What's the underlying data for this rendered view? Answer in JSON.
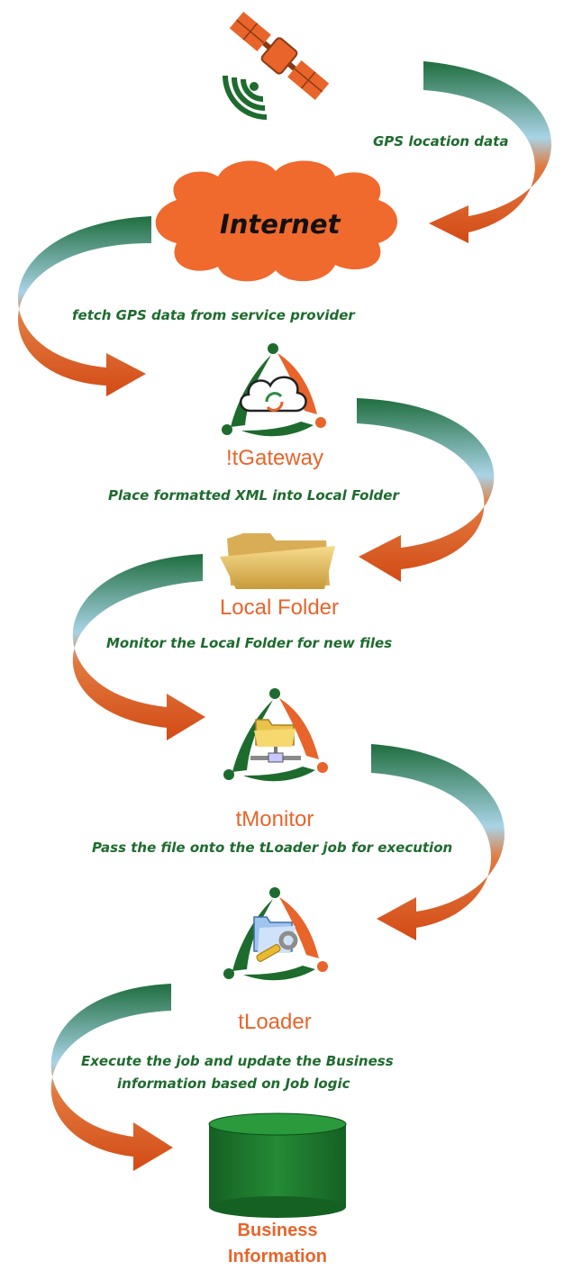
{
  "labels": {
    "gps_data": "GPS location data",
    "fetch": "fetch GPS data from service provider",
    "place_xml": "Place formatted XML into Local Folder",
    "monitor": "Monitor the Local Folder for new files",
    "pass_file": "Pass the file onto the tLoader job for execution",
    "execute_line1": "Execute the job and update the Business",
    "execute_line2": "information based on Job logic"
  },
  "nodes": {
    "satellite": "satellite-icon",
    "internet": "Internet",
    "gateway": "!tGateway",
    "local_folder": "Local Folder",
    "monitor": "tMonitor",
    "loader": "tLoader",
    "business_line1": "Business",
    "business_line2": "Information"
  },
  "colors": {
    "green": "#1e6b2e",
    "orange": "#e8642a",
    "arrow_green": "#2e7d4f",
    "arrow_blue": "#9ecbe0",
    "arrow_red": "#d84a17",
    "database": "#1f7a2f",
    "folder": "#e7c26a"
  }
}
